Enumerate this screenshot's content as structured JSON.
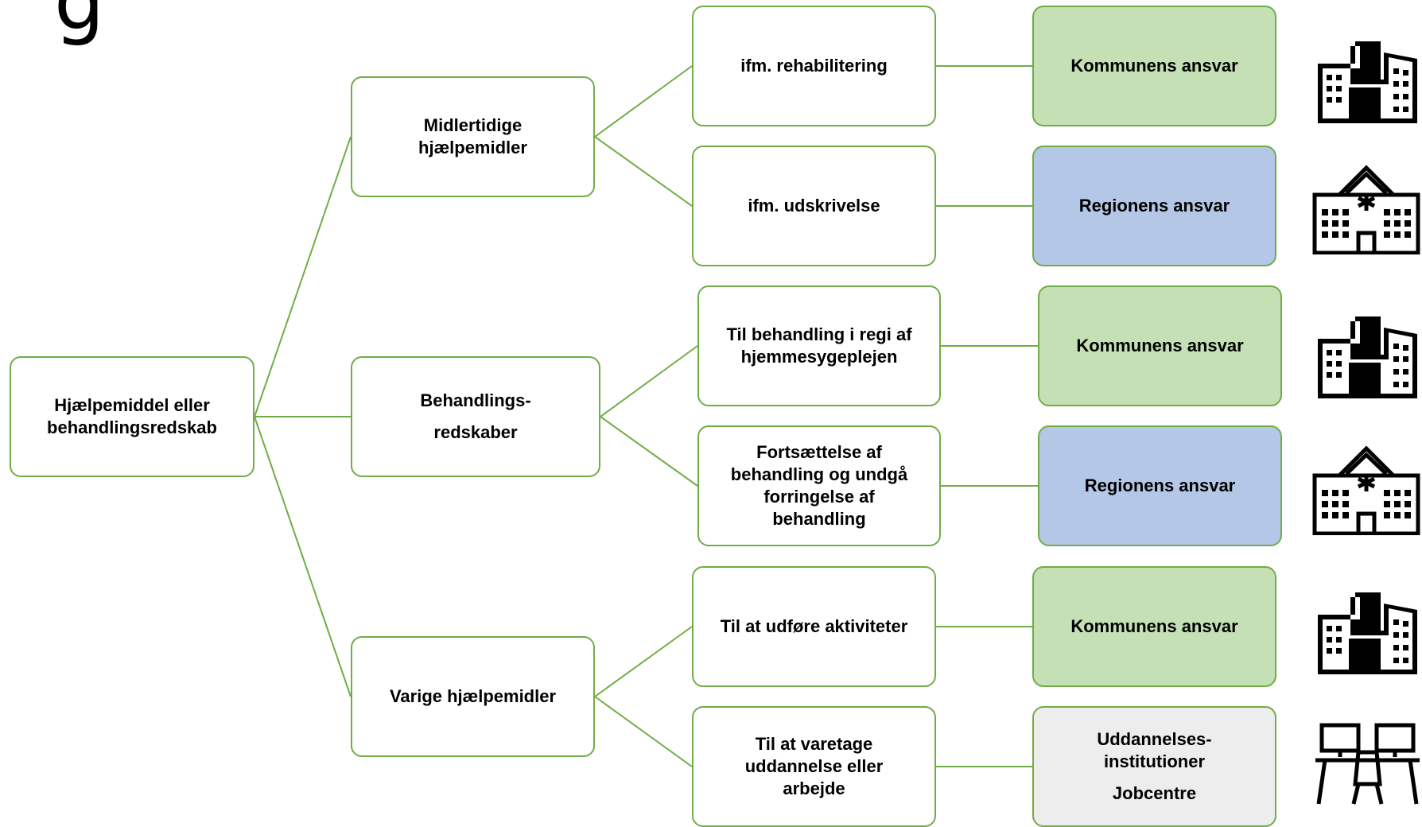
{
  "title_fragment": "g",
  "root": {
    "line1": "Hjælpemiddel eller",
    "line2": "behandlingsredskab"
  },
  "categories": [
    {
      "line1": "Midlertidige",
      "line2": "hjælpemidler"
    },
    {
      "line1": "Behandlings-",
      "line2": "redskaber"
    },
    {
      "line1": "Varige hjælpemidler"
    }
  ],
  "purposes": [
    {
      "lines": [
        "ifm. rehabilitering"
      ]
    },
    {
      "lines": [
        "ifm. udskrivelse"
      ]
    },
    {
      "lines": [
        "Til behandling i regi af",
        "hjemmesygeplejen"
      ]
    },
    {
      "lines": [
        "Fortsættelse af",
        "behandling og undgå",
        "forringelse af",
        "behandling"
      ]
    },
    {
      "lines": [
        "Til at udføre aktiviteter"
      ]
    },
    {
      "lines": [
        "Til at varetage",
        "uddannelse eller",
        "arbejde"
      ]
    }
  ],
  "responsibility": [
    {
      "label": "Kommunens ansvar",
      "icon": "office-buildings-icon"
    },
    {
      "label": "Regionens ansvar",
      "icon": "hospital-icon"
    },
    {
      "label": "Kommunens ansvar",
      "icon": "office-buildings-icon"
    },
    {
      "label": "Regionens ansvar",
      "icon": "hospital-icon"
    },
    {
      "label": "Kommunens ansvar",
      "icon": "office-buildings-icon"
    },
    {
      "label1": "Uddannelses-",
      "label2": "institutioner",
      "label3": "Jobcentre",
      "icon": "workstation-desks-icon"
    }
  ],
  "colors": {
    "border": "#70AD47",
    "kommune_fill": "#C5E0B4",
    "region_fill": "#B4C7E7",
    "other_fill": "#EDEDED"
  }
}
